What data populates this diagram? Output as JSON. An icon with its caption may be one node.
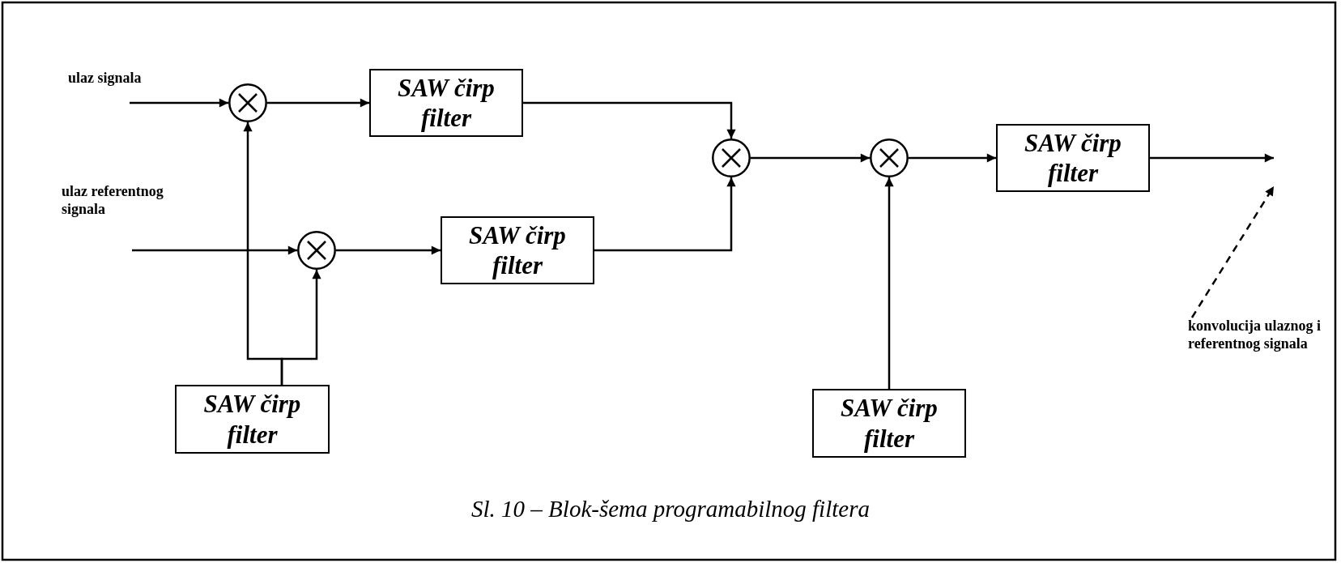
{
  "diagram": {
    "caption": "Sl. 10 – Blok-šema programabilnog filtera",
    "nodes": [
      {
        "text": [],
        "shape": "circle"
      },
      {
        "text": [
          "SAW čirp filter"
        ]
      },
      {
        "text": [],
        "shape": "circle"
      },
      {
        "text": [
          "SAW čirp filter"
        ]
      },
      {
        "text": [],
        "shape": "circle"
      },
      {
        "text": [],
        "shape": "circle"
      },
      {
        "text": [
          "SAW čirp filter"
        ]
      },
      {
        "text": [
          "SAW čirp filter"
        ]
      },
      {
        "text": [
          "SAW čirp filter"
        ]
      },
      {
        "text": [
          "konvolucija ulaznog i referentnog signala"
        ]
      }
    ],
    "edges": [
      {
        "from": null,
        "to": 0,
        "arrow": "to"
      },
      {
        "from": 0,
        "to": 1,
        "arrow": "to"
      },
      {
        "from": 1,
        "to": 4,
        "arrow": "to"
      },
      {
        "from": null,
        "to": 2,
        "arrow": "to"
      },
      {
        "from": 2,
        "to": 3,
        "arrow": "to"
      },
      {
        "from": 3,
        "to": 4,
        "arrow": "to"
      },
      {
        "from": 4,
        "to": 5,
        "arrow": "to"
      },
      {
        "from": 5,
        "to": 6,
        "arrow": "to"
      },
      {
        "from": 8,
        "to": 5,
        "arrow": "to"
      },
      {
        "from": 7,
        "to": 0,
        "arrow": "to"
      },
      {
        "from": 7,
        "to": 2,
        "arrow": "to"
      },
      {
        "from": 6,
        "to": null,
        "arrow": "to"
      },
      {
        "from": 9,
        "to": null,
        "arrow": "to",
        "style": "dashed"
      }
    ],
    "labels": [
      "ulaz signala",
      "ulaz referentnog signala"
    ]
  }
}
